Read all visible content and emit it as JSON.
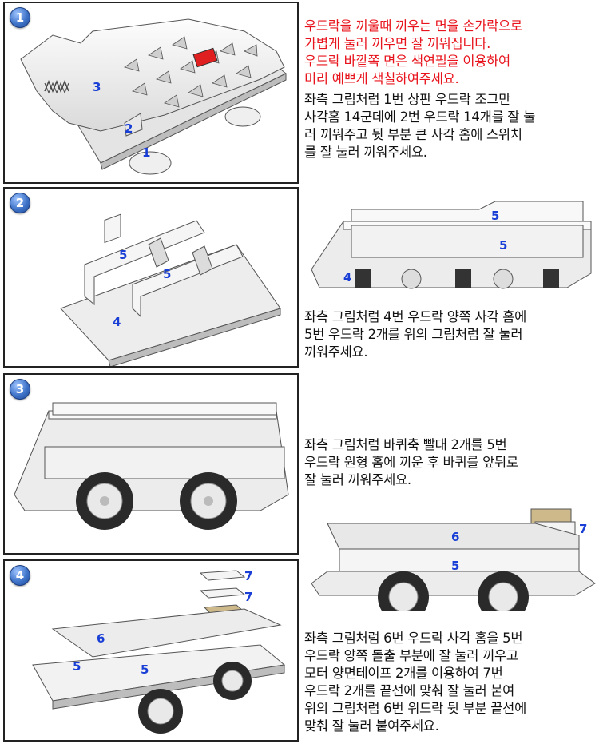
{
  "steps": [
    {
      "number": "1",
      "labels": [
        "3",
        "2",
        "1"
      ]
    },
    {
      "number": "2",
      "labels": [
        "5",
        "5",
        "4"
      ],
      "side_labels": [
        "5",
        "5",
        "4"
      ]
    },
    {
      "number": "3"
    },
    {
      "number": "4",
      "labels": [
        "7",
        "7",
        "6",
        "5",
        "5"
      ],
      "side_labels": [
        "6",
        "7",
        "5"
      ]
    }
  ],
  "text": {
    "step1_red": [
      "우드락을 끼울때 끼우는 면을 손가락으로",
      "가볍게 눌러 끼우면 잘 끼워집니다.",
      "우드락 바깥쪽 면은 색연필을 이용하여",
      "미리 예쁘게 색칠하여주세요."
    ],
    "step1_black": [
      "좌측 그림처럼 1번 상판 우드락 조그만",
      "사각홈 14군데에 2번 우드락 14개를 잘 눌",
      "러 끼워주고 뒷 부분 큰 사각 홈에 스위치",
      "를 잘 눌러 끼워주세요."
    ],
    "step2": [
      "좌측 그림처럼 4번 우드락 양쪽 사각 홈에",
      "5번 우드락 2개를  위의 그림처럼 잘 눌러",
      "끼워주세요."
    ],
    "step3": [
      "좌측 그림처럼 바퀴축 빨대 2개를 5번",
      "우드락 원형 홈에 끼운 후 바퀴를 앞뒤로",
      "잘 눌러 끼워주세요."
    ],
    "step4": [
      "좌측 그림처럼 6번 우드락 사각 홈을 5번",
      "우드락 양쪽 돌출 부분에 잘 눌러 끼우고",
      "모터 양면테이프 2개를 이용하여 7번",
      "우드락 2개를 끝선에 맞춰 잘 눌러 붙여",
      "위의 그림처럼 6번 위드락 뒷 부분 끝선에",
      "맞춰 잘 눌러 붙여주세요."
    ]
  },
  "colors": {
    "badge": "#3f74c9",
    "label": "#1a3fd6",
    "red_text": "#e8141d",
    "switch": "#e02020",
    "tape": "#cdb98a"
  }
}
